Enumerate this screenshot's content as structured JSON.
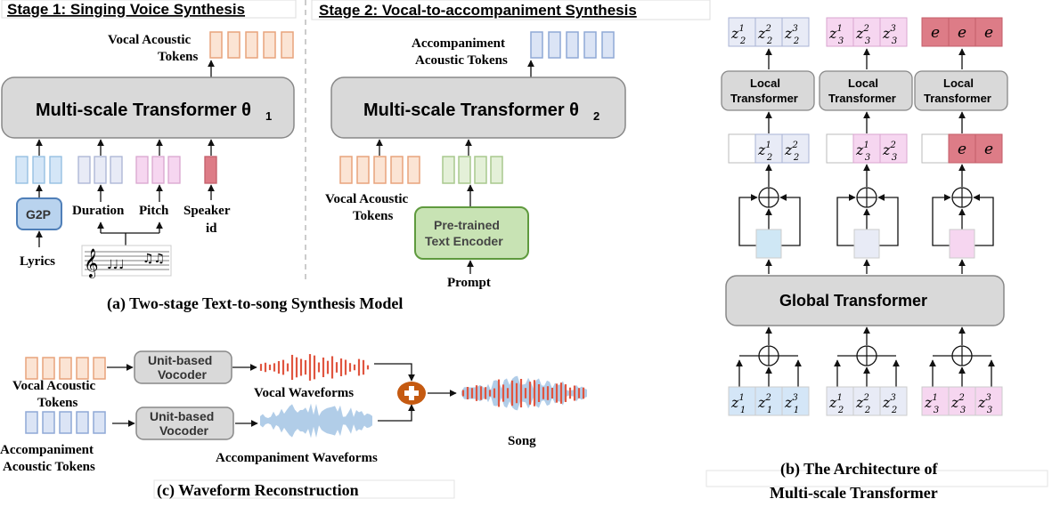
{
  "stage1": {
    "title": "Stage 1: Singing Voice Synthesis",
    "out_label_1": "Vocal  Acoustic",
    "out_label_2": "Tokens",
    "transformer": "Multi-scale Transformer θ",
    "transformer_sub": "1",
    "g2p": "G2P",
    "lyrics": "Lyrics",
    "duration": "Duration",
    "pitch": "Pitch",
    "speaker_1": "Speaker",
    "speaker_2": "id"
  },
  "stage2": {
    "title": "Stage 2: Vocal-to-accompaniment Synthesis",
    "out_label_1": "Accompaniment",
    "out_label_2": "Acoustic Tokens",
    "transformer": "Multi-scale Transformer θ",
    "transformer_sub": "2",
    "vocal_1": "Vocal  Acoustic",
    "vocal_2": "Tokens",
    "encoder_1": "Pre-trained",
    "encoder_2": "Text Encoder",
    "prompt": "Prompt"
  },
  "caption_a": "(a) Two-stage Text-to-song Synthesis Model",
  "panel_c": {
    "vocoder_1a": "Unit-based",
    "vocoder_1b": "Vocoder",
    "vocoder_2a": "Unit-based",
    "vocoder_2b": "Vocoder",
    "vocal_tokens_1": "Vocal     Acoustic",
    "vocal_tokens_2": "Tokens",
    "acc_tokens_1": "Accompaniment",
    "acc_tokens_2": "Acoustic Tokens",
    "vocal_wave": "Vocal Waveforms",
    "acc_wave": "Accompaniment Waveforms",
    "song": "Song",
    "caption": "(c) Waveform Reconstruction"
  },
  "panel_b": {
    "local": "Local",
    "transformer": "Transformer",
    "global": "Global Transformer",
    "caption_1": "(b) The Architecture of",
    "caption_2": "Multi-scale Transformer",
    "top_tokens": [
      [
        "z",
        "2",
        "1",
        "z",
        "2",
        "2",
        "z",
        "2",
        "3"
      ],
      [
        "z",
        "3",
        "1",
        "z",
        "3",
        "2",
        "z",
        "3",
        "3"
      ],
      [
        "e",
        "e",
        "e"
      ]
    ],
    "mid_tokens": [
      [
        "z",
        "2",
        "1",
        "z",
        "2",
        "2"
      ],
      [
        "z",
        "3",
        "1",
        "z",
        "3",
        "2"
      ],
      [
        "e",
        "e"
      ]
    ],
    "bottom_tokens": [
      [
        "z",
        "1",
        "1",
        "z",
        "1",
        "2",
        "z",
        "1",
        "3"
      ],
      [
        "z",
        "2",
        "1",
        "z",
        "2",
        "2",
        "z",
        "2",
        "3"
      ],
      [
        "z",
        "3",
        "1",
        "z",
        "3",
        "2",
        "z",
        "3",
        "3"
      ]
    ]
  },
  "colors": {
    "orange_fill": "#fbe4d4",
    "orange_stroke": "#e8a37c",
    "blue_fill": "#d4e6f7",
    "blue_stroke": "#8fa9d6",
    "lav_fill": "#e8ebf6",
    "lav_stroke": "#a9b3d4",
    "pink_fill": "#f6d6f0",
    "pink_stroke": "#d9a6cf",
    "red_fill": "#dd7c87",
    "green_fill": "#e4f0d8",
    "green_stroke": "#a8c98d",
    "gray_box": "#d9d9d9",
    "wave_red": "#e0553f",
    "wave_blue": "#a9c8e6"
  }
}
